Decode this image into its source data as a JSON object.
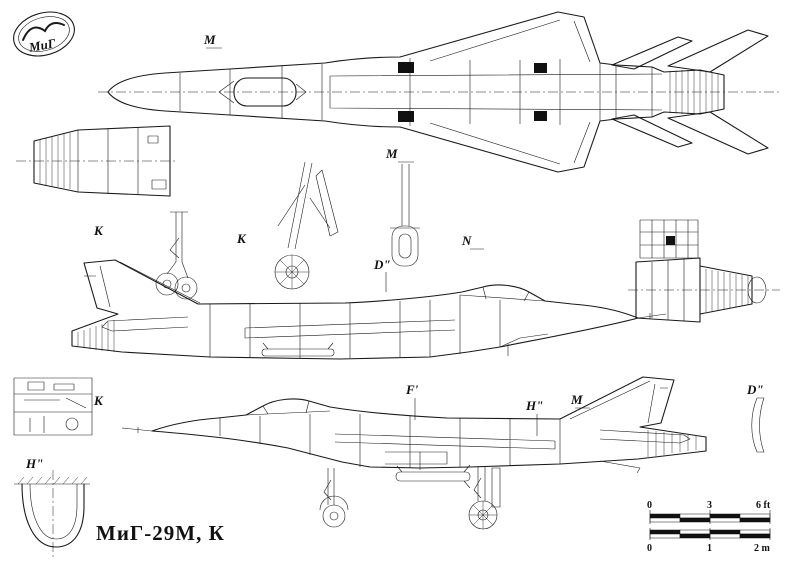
{
  "logo": {
    "text": "МиГ"
  },
  "title": "МиГ-29М, К",
  "annotations": {
    "top_m": "M",
    "mid_m": "M",
    "n": "N",
    "d_mid": "D\"",
    "k_upper": "К",
    "k_mid": "К",
    "k_lower": "К",
    "f": "F'",
    "h_lower": "H\"",
    "m_lower": "M",
    "d_right": "D\"",
    "h_left": "H\""
  },
  "scale": {
    "ft": {
      "t0": "0",
      "t1": "3",
      "t2": "6 ft"
    },
    "m": {
      "t0": "0",
      "t1": "1",
      "t2": "2 m"
    }
  }
}
